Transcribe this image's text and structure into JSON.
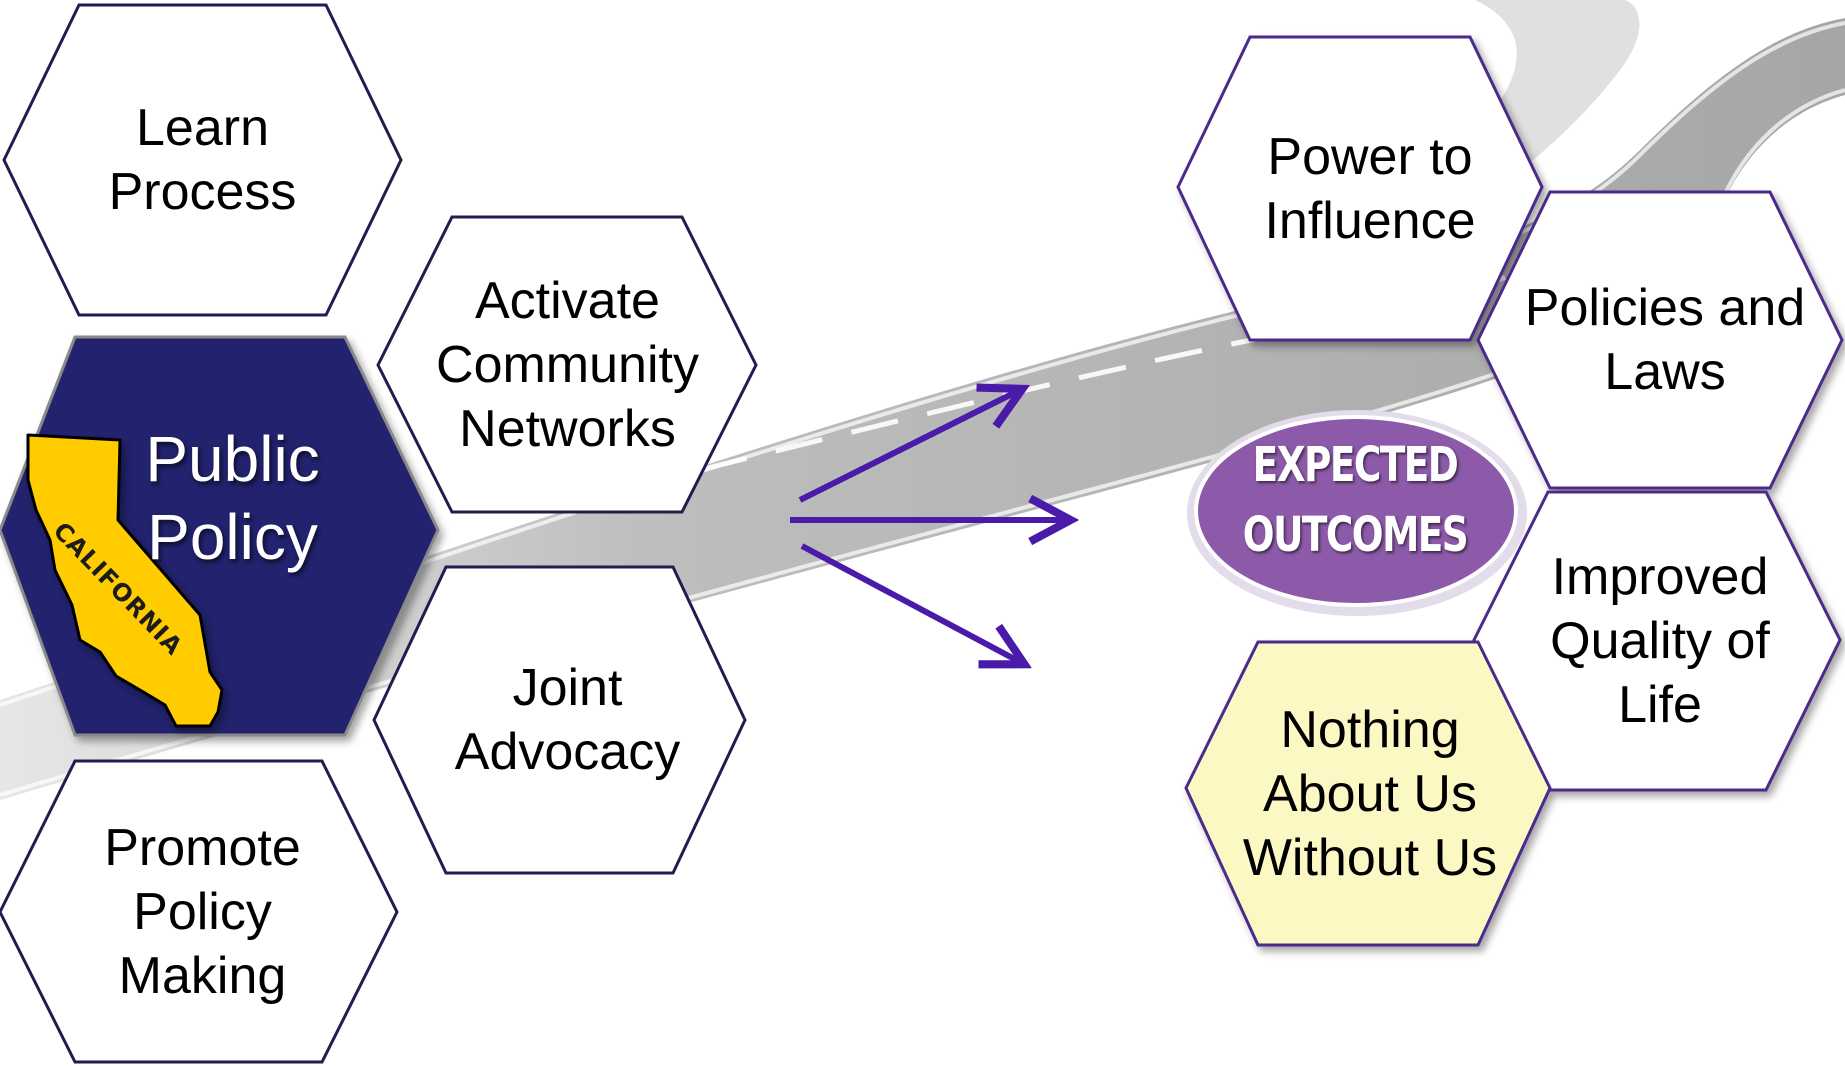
{
  "center": {
    "title_lines": [
      "Public",
      "Policy"
    ],
    "state_label": "CALIFORNIA",
    "fill_color": "#24246e",
    "state_color": "#ffcc00"
  },
  "strategies": [
    {
      "id": "learn-process",
      "lines": [
        "Learn",
        "Process"
      ]
    },
    {
      "id": "activate-community-networks",
      "lines": [
        "Activate",
        "Community",
        "Networks"
      ]
    },
    {
      "id": "joint-advocacy",
      "lines": [
        "Joint",
        "Advocacy"
      ]
    },
    {
      "id": "promote-policy-making",
      "lines": [
        "Promote",
        "Policy",
        "Making"
      ]
    }
  ],
  "outcomes_badge": {
    "lines": [
      "EXPECTED",
      "OUTCOMES"
    ],
    "fill_color": "#8c5aa8"
  },
  "outcomes": [
    {
      "id": "power-to-influence",
      "lines": [
        "Power to",
        "Influence"
      ]
    },
    {
      "id": "policies-and-laws",
      "lines": [
        "Policies and",
        "Laws"
      ]
    },
    {
      "id": "improved-quality-of-life",
      "lines": [
        "Improved",
        "Quality of",
        "Life"
      ]
    },
    {
      "id": "nothing-about-us-without-us",
      "lines": [
        "Nothing",
        "About Us",
        "Without Us"
      ],
      "highlight_color": "#fbf8c4"
    }
  ],
  "colors": {
    "arrow": "#4a1aa8",
    "outcome_border": "#4b2a8a",
    "strategy_border": "#1e1e50",
    "road": "#9a9a9a"
  }
}
